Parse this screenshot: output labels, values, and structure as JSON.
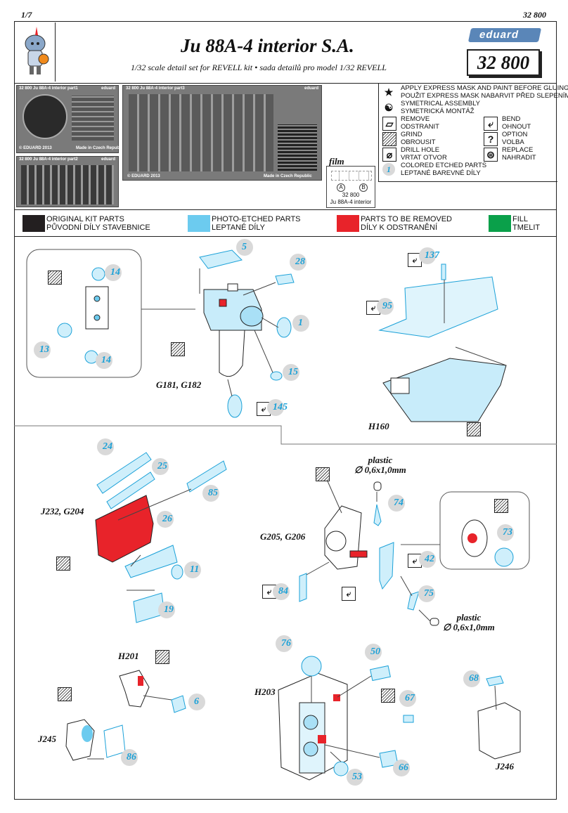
{
  "header": {
    "page": "1/7",
    "kit_number_top": "32 800",
    "title": "Ju 88A-4 interior S.A.",
    "subtitle_en": "1/32 scale detail set for REVELL kit",
    "bullet": "•",
    "subtitle_cz": "sada detailů pro model 1/32 REVELL",
    "brand": "eduard",
    "kit_number": "32 800"
  },
  "frets": {
    "part1": {
      "label": "32 800  Ju 88A-4 interior   part1",
      "brand": "eduard",
      "copyright": "© EDUARD 2013",
      "made": "Made in Czech Republic"
    },
    "part2": {
      "label": "32 800  Ju 88A-4 interior   part2",
      "brand": "eduard"
    },
    "part3": {
      "label": "32 800  Ju 88A-4 interior   part3",
      "brand": "eduard",
      "copyright": "© EDUARD 2013",
      "made": "Made in Czech Republic"
    },
    "film": {
      "title": "film",
      "number": "32 800",
      "name": "Ju 88A-4 interior",
      "a": "A",
      "b": "B"
    }
  },
  "symbols": [
    {
      "icon": "star-icon",
      "line1": "APPLY EXPRESS MASK AND PAINT BEFORE GLUING",
      "line2": "POUŽIT EXPRESS MASK NABARVIT PŘED SLEPENÍM"
    },
    {
      "icon": "symmetry-icon",
      "line1": "SYMETRICAL ASSEMBLY",
      "line2": "SYMETRICKÁ MONTÁŽ"
    },
    {
      "icon": "remove-icon",
      "line1": "REMOVE",
      "line2": "ODSTRANIT"
    },
    {
      "icon": "bend-icon",
      "line1": "BEND",
      "line2": "OHNOUT"
    },
    {
      "icon": "grind-icon",
      "line1": "GRIND",
      "line2": "OBROUSIT"
    },
    {
      "icon": "option-icon",
      "line1": "OPTION",
      "line2": "VOLBA"
    },
    {
      "icon": "drill-icon",
      "line1": "DRILL HOLE",
      "line2": "VRTAT OTVOR"
    },
    {
      "icon": "replace-icon",
      "line1": "REPLACE",
      "line2": "NAHRADIT"
    },
    {
      "icon": "colored-part-icon",
      "marker": "1",
      "line1": "COLORED ETCHED PARTS",
      "line2": "LEPTANÉ BAREVNÉ DÍLY"
    }
  ],
  "legend": [
    {
      "color": "#231f20",
      "line1": "ORIGINAL KIT PARTS",
      "line2": "PŮVODNÍ DÍLY STAVEBNICE"
    },
    {
      "color": "#6ccbef",
      "line1": "PHOTO-ETCHED PARTS",
      "line2": "LEPTANÉ DÍLY"
    },
    {
      "color": "#e8232a",
      "line1": "PARTS TO BE REMOVED",
      "line2": "DÍLY K ODSTRANĚNÍ"
    },
    {
      "color": "#0aa04a",
      "line1": "FILL",
      "line2": "TMELIT"
    }
  ],
  "parts": {
    "p14a": "14",
    "p13": "13",
    "p14b": "14",
    "p5": "5",
    "p28": "28",
    "p1": "1",
    "p15": "15",
    "p145": "145",
    "p137": "137",
    "p95": "95",
    "p24": "24",
    "p25": "25",
    "p85": "85",
    "p26": "26",
    "p11": "11",
    "p19": "19",
    "p74": "74",
    "p73": "73",
    "p42": "42",
    "p75": "75",
    "p84": "84",
    "p6": "6",
    "p86": "86",
    "p76": "76",
    "p50": "50",
    "p67": "67",
    "p53": "53",
    "p66": "66",
    "p68": "68"
  },
  "kit_labels": {
    "g181": "G181, G182",
    "h160": "H160",
    "j232": "J232, G204",
    "g205": "G205, G206",
    "h201": "H201",
    "j245": "J245",
    "h203": "H203",
    "j246": "J246"
  },
  "plastic": {
    "top_word": "plastic",
    "top_size": "∅ 0,6x1,0mm",
    "bottom_word": "plastic",
    "bottom_size": "∅ 0,6x1,0mm"
  },
  "colors": {
    "etched": "#6ccbef",
    "remove": "#e8232a",
    "kit": "#231f20",
    "badge": "#d9d9d9",
    "number": "#1ba1d8"
  }
}
